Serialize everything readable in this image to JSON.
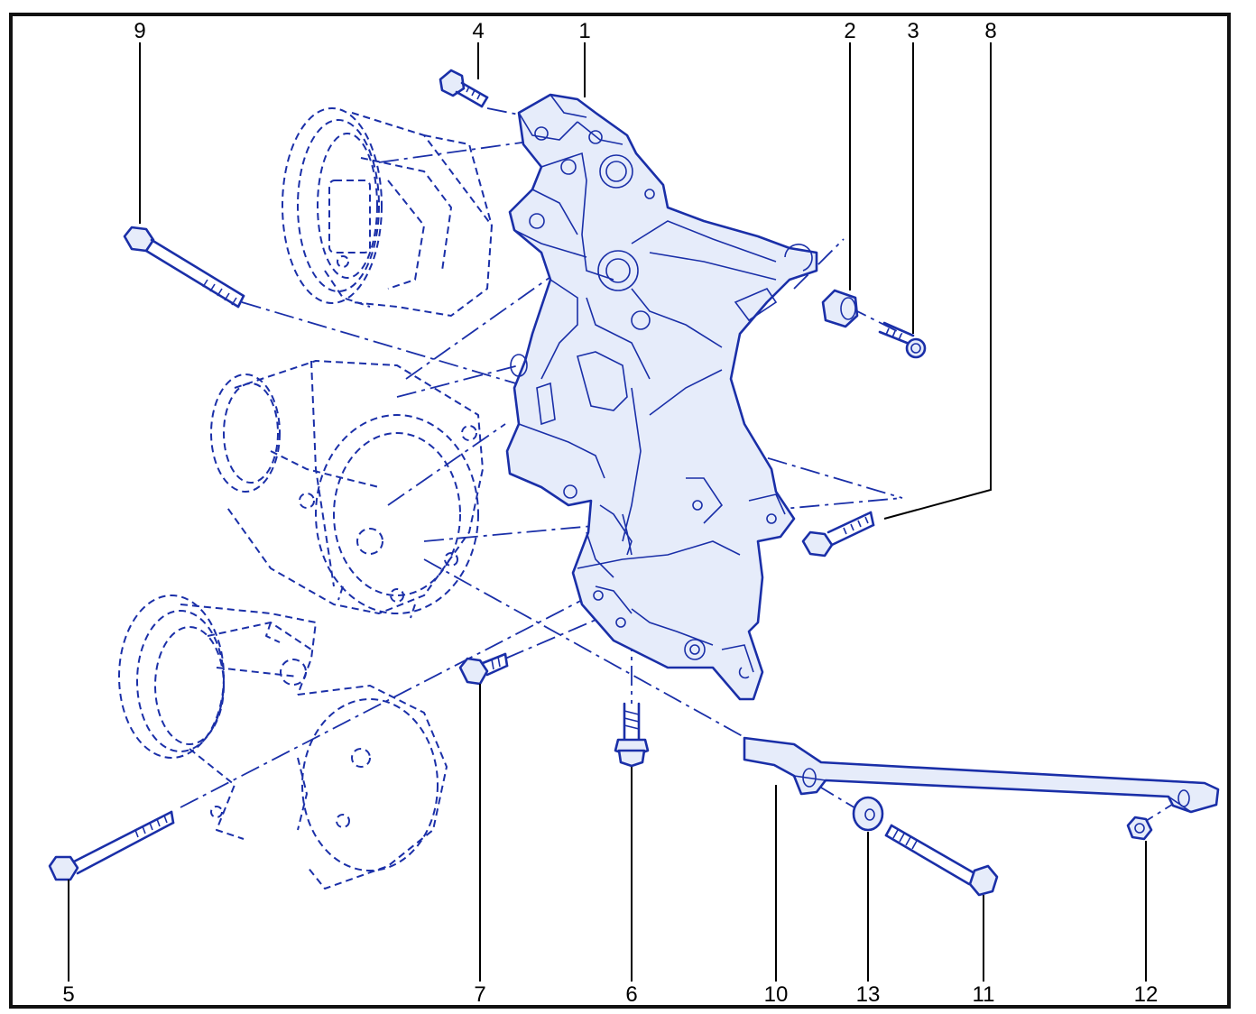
{
  "diagram": {
    "line_color": "#1a2fa8",
    "fill_color": "#e6ecfa",
    "callouts": [
      {
        "id": "9",
        "label": "9"
      },
      {
        "id": "4",
        "label": "4"
      },
      {
        "id": "1",
        "label": "1"
      },
      {
        "id": "2",
        "label": "2"
      },
      {
        "id": "3",
        "label": "3"
      },
      {
        "id": "8",
        "label": "8"
      },
      {
        "id": "5",
        "label": "5"
      },
      {
        "id": "7",
        "label": "7"
      },
      {
        "id": "6",
        "label": "6"
      },
      {
        "id": "10",
        "label": "10"
      },
      {
        "id": "13",
        "label": "13"
      },
      {
        "id": "11",
        "label": "11"
      },
      {
        "id": "12",
        "label": "12"
      }
    ]
  }
}
